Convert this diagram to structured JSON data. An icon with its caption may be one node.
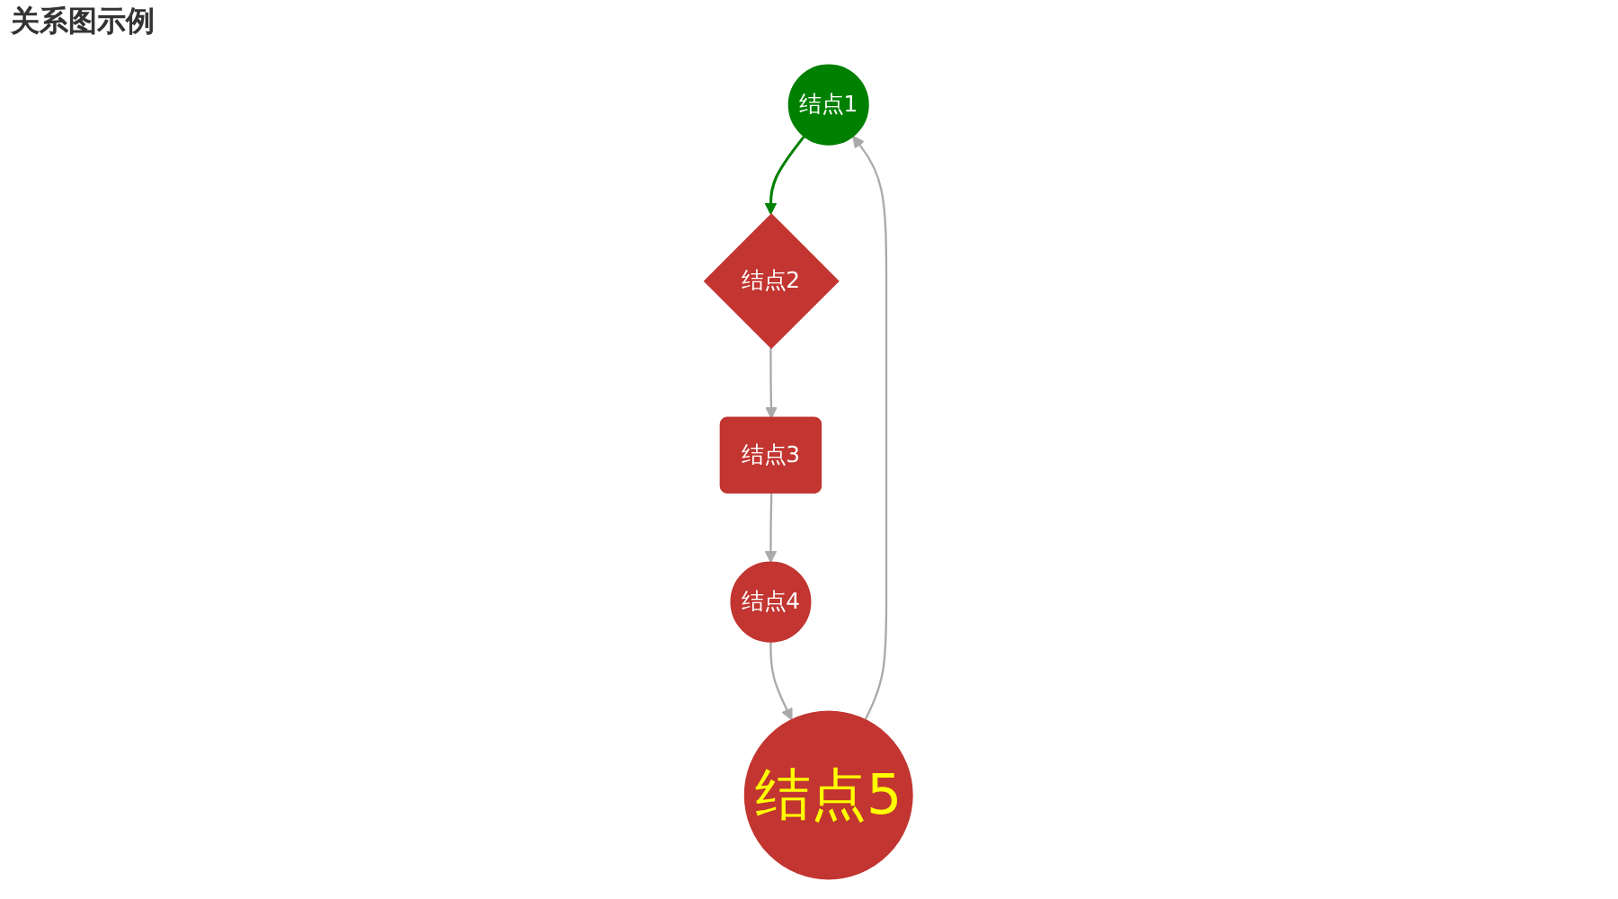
{
  "diagram": {
    "title": "关系图示例",
    "nodes": [
      {
        "text": [
          "结点1"
        ]
      },
      {
        "text": [
          "结点2"
        ]
      },
      {
        "text": [
          "结点3"
        ]
      },
      {
        "text": [
          "结点4"
        ]
      },
      {
        "text": [
          "结点5"
        ]
      }
    ],
    "edges": [
      {
        "from": 4,
        "to": 0,
        "arrow": "to"
      },
      {
        "from": 0,
        "to": 1,
        "arrow": "to",
        "color": "#008000"
      },
      {
        "from": 1,
        "to": 2,
        "arrow": "to"
      },
      {
        "from": 2,
        "to": 3,
        "arrow": "to"
      },
      {
        "from": 3,
        "to": 4,
        "arrow": "to"
      }
    ]
  }
}
